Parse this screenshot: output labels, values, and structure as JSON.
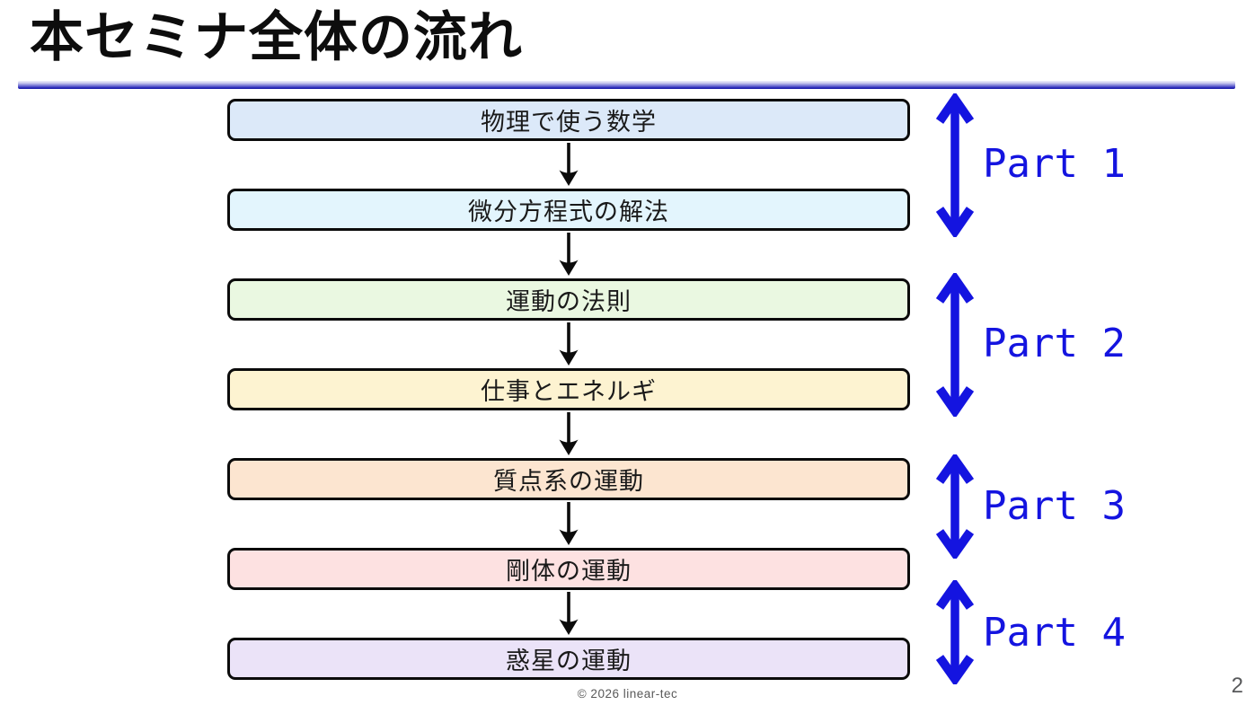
{
  "slide": {
    "title": "本セミナ全体の流れ",
    "footer_copyright": "© 2026 linear-tec",
    "page_number": "2"
  },
  "flow_boxes": [
    {
      "label": "物理で使う数学",
      "fill": "#dce9f9"
    },
    {
      "label": "微分方程式の解法",
      "fill": "#e3f5fd"
    },
    {
      "label": "運動の法則",
      "fill": "#eaf8e1"
    },
    {
      "label": "仕事とエネルギ",
      "fill": "#fdf3d1"
    },
    {
      "label": "質点系の運動",
      "fill": "#fce5d0"
    },
    {
      "label": "剛体の運動",
      "fill": "#fde1e1"
    },
    {
      "label": "惑星の運動",
      "fill": "#ebe3f8"
    }
  ],
  "parts": [
    {
      "label": "Part 1"
    },
    {
      "label": "Part 2"
    },
    {
      "label": "Part 3"
    },
    {
      "label": "Part 4"
    }
  ],
  "colors": {
    "accent_blue": "#1414e0",
    "box_border": "#0b0b0b",
    "rule_gradient_top": "#f0f0fb",
    "rule_gradient_bottom": "#12129b",
    "footer_gray": "#595959"
  }
}
